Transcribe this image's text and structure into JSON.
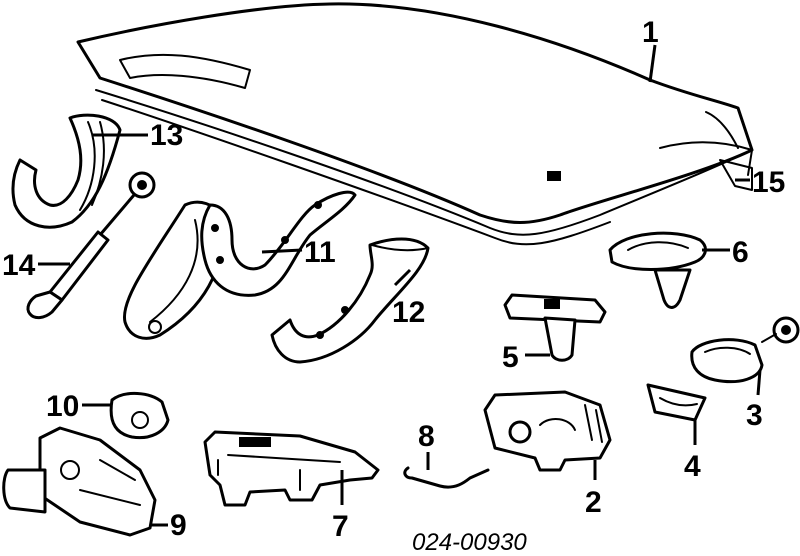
{
  "diagram": {
    "part_numbers": {
      "p1": "1",
      "p2": "2",
      "p3": "3",
      "p4": "4",
      "p5": "5",
      "p6": "6",
      "p7": "7",
      "p8": "8",
      "p9": "9",
      "p10": "10",
      "p11": "11",
      "p12": "12",
      "p13": "13",
      "p14": "14",
      "p15": "15"
    },
    "reference_code": "024-00930",
    "line_color": "#000000",
    "background": "#ffffff"
  }
}
